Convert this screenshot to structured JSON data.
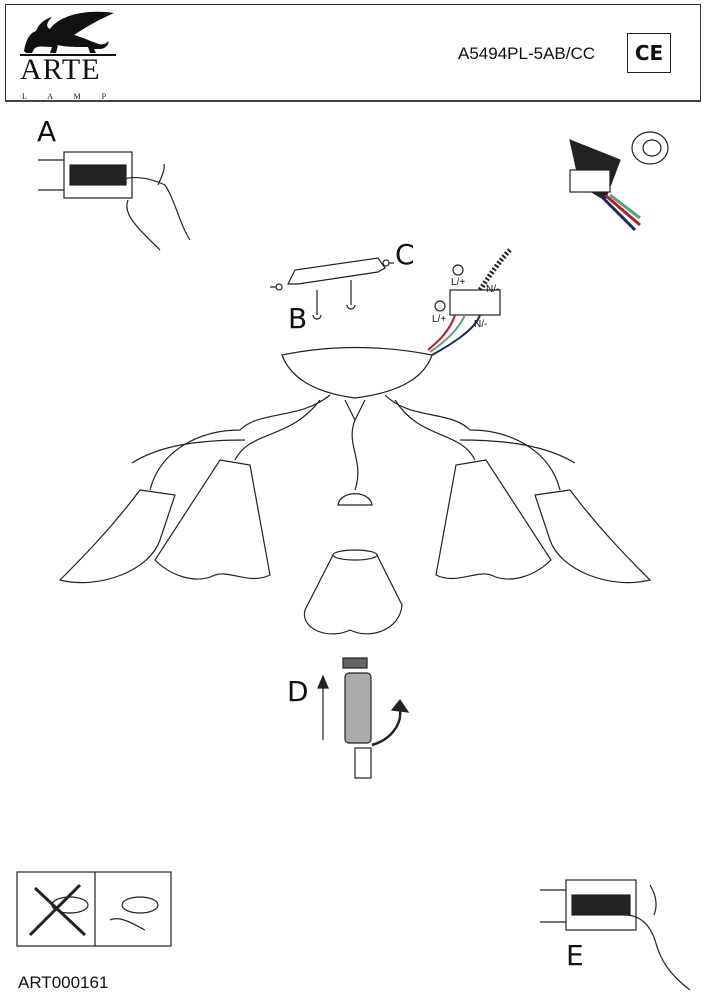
{
  "header": {
    "brand": "ARTE",
    "brand_sub": "L A M P",
    "model": "A5494PL-5AB/CC",
    "certification_mark": "CE"
  },
  "steps": {
    "a": "A",
    "b": "B",
    "c": "C",
    "d": "D",
    "e": "E"
  },
  "wiring": {
    "live_label": "L/+",
    "neutral_label": "N/-"
  },
  "footer": {
    "doc_code": "ART000161"
  },
  "colors": {
    "wire_live": "#b01c2a",
    "wire_earth": "#5aa07a",
    "wire_neutral": "#1a2a5a"
  }
}
